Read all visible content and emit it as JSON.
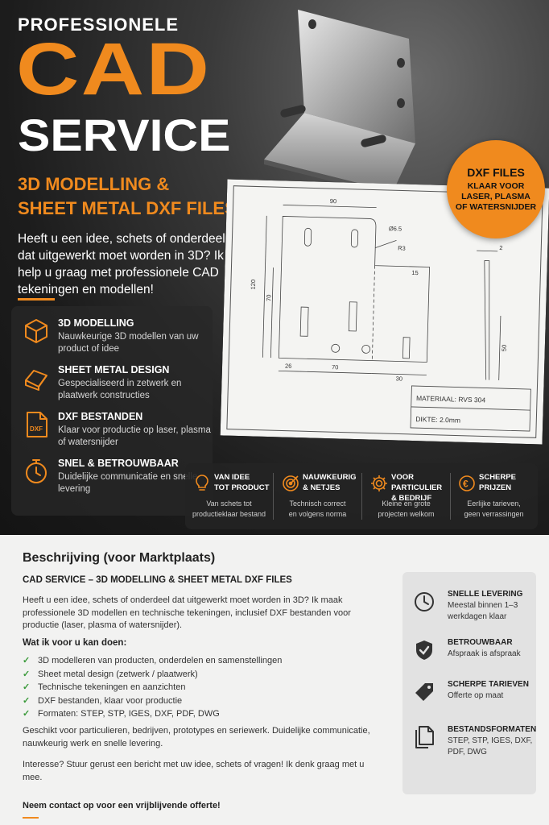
{
  "hero": {
    "kicker": "PROFESSIONELE",
    "title": "CAD",
    "title2": "SERVICE",
    "subtitle1": "3D MODELLING &",
    "subtitle2": "SHEET METAL DXF FILES",
    "intro": "Heeft u een idee, schets of onderdeel dat uitgewerkt moet worden in 3D? Ik help u graag met professionele CAD tekeningen en modellen!",
    "accent": "#f08a1e"
  },
  "badge": {
    "title": "DXF FILES",
    "line1": "KLAAR VOOR",
    "line2": "LASER, PLASMA",
    "line3": "OF WATERSNIJDER"
  },
  "drawing": {
    "dims": [
      "90",
      "Ø6.5",
      "R3",
      "15",
      "120",
      "70",
      "26",
      "70",
      "30",
      "2",
      "50"
    ],
    "material": "MATERIAAL: RVS 304",
    "thickness": "DIKTE: 2.0mm"
  },
  "features": [
    {
      "title": "3D MODELLING",
      "desc": "Nauwkeurige 3D modellen van uw product of idee",
      "icon": "cube-icon"
    },
    {
      "title": "SHEET METAL DESIGN",
      "desc": "Gespecialiseerd in zetwerk en plaatwerk constructies",
      "icon": "sheet-metal-icon"
    },
    {
      "title": "DXF BESTANDEN",
      "desc": "Klaar voor productie op laser, plasma of watersnijder",
      "icon": "dxf-file-icon"
    },
    {
      "title": "SNEL & BETROUWBAAR",
      "desc": "Duidelijke communicatie en snelle levering",
      "icon": "stopwatch-icon"
    }
  ],
  "strip": [
    {
      "title1": "VAN IDEE",
      "title2": "TOT PRODUCT",
      "desc1": "Van schets tot",
      "desc2": "productieklaar bestand",
      "icon": "lightbulb-icon"
    },
    {
      "title1": "NAUWKEURIG",
      "title2": "& NETJES",
      "desc1": "Technisch correct",
      "desc2": "en volgens norma",
      "icon": "target-icon"
    },
    {
      "title1": "VOOR PARTICULIER",
      "title2": "& BEDRIJF",
      "desc1": "Kleine en grote",
      "desc2": "projecten welkom",
      "icon": "gear-icon"
    },
    {
      "title1": "SCHERPE",
      "title2": "PRIJZEN",
      "desc1": "Eerlijke tarieven,",
      "desc2": "geen verrassingen",
      "icon": "euro-icon"
    }
  ],
  "description": {
    "heading": "Beschrijving (voor Marktplaats)",
    "section_title": "CAD SERVICE – 3D MODELLING & SHEET METAL DXF FILES",
    "para1": "Heeft u een idee, schets of onderdeel dat uitgewerkt moet worden in 3D? Ik maak professionele 3D modellen en technische tekeningen, inclusief DXF bestanden voor productie (laser, plasma of watersnijder).",
    "list_label": "Wat ik voor u kan doen:",
    "list": [
      "3D modelleren van producten, onderdelen en samenstellingen",
      "Sheet metal design (zetwerk / plaatwerk)",
      "Technische tekeningen en aanzichten",
      "DXF bestanden, klaar voor productie",
      "Formaten: STEP, STP, IGES, DXF, PDF, DWG"
    ],
    "para2": "Geschikt voor particulieren, bedrijven, prototypes en seriewerk. Duidelijke communicatie, nauwkeurig werk en snelle levering.",
    "para3": "Interesse? Stuur gerust een bericht met uw idee, schets of vragen! Ik denk graag met u mee.",
    "cta": "Neem contact op voor een vrijblijvende offerte!"
  },
  "sidebox": [
    {
      "title": "SNELLE LEVERING",
      "desc": "Meestal binnen 1–3 werkdagen klaar",
      "icon": "clock-icon"
    },
    {
      "title": "BETROUWBAAR",
      "desc": "Afspraak is afspraak",
      "icon": "shield-check-icon"
    },
    {
      "title": "SCHERPE TARIEVEN",
      "desc": "Offerte op maat",
      "icon": "price-tag-icon"
    },
    {
      "title": "BESTANDSFORMATEN",
      "desc": "STEP, STP, IGES, DXF, PDF, DWG",
      "icon": "files-icon"
    }
  ]
}
